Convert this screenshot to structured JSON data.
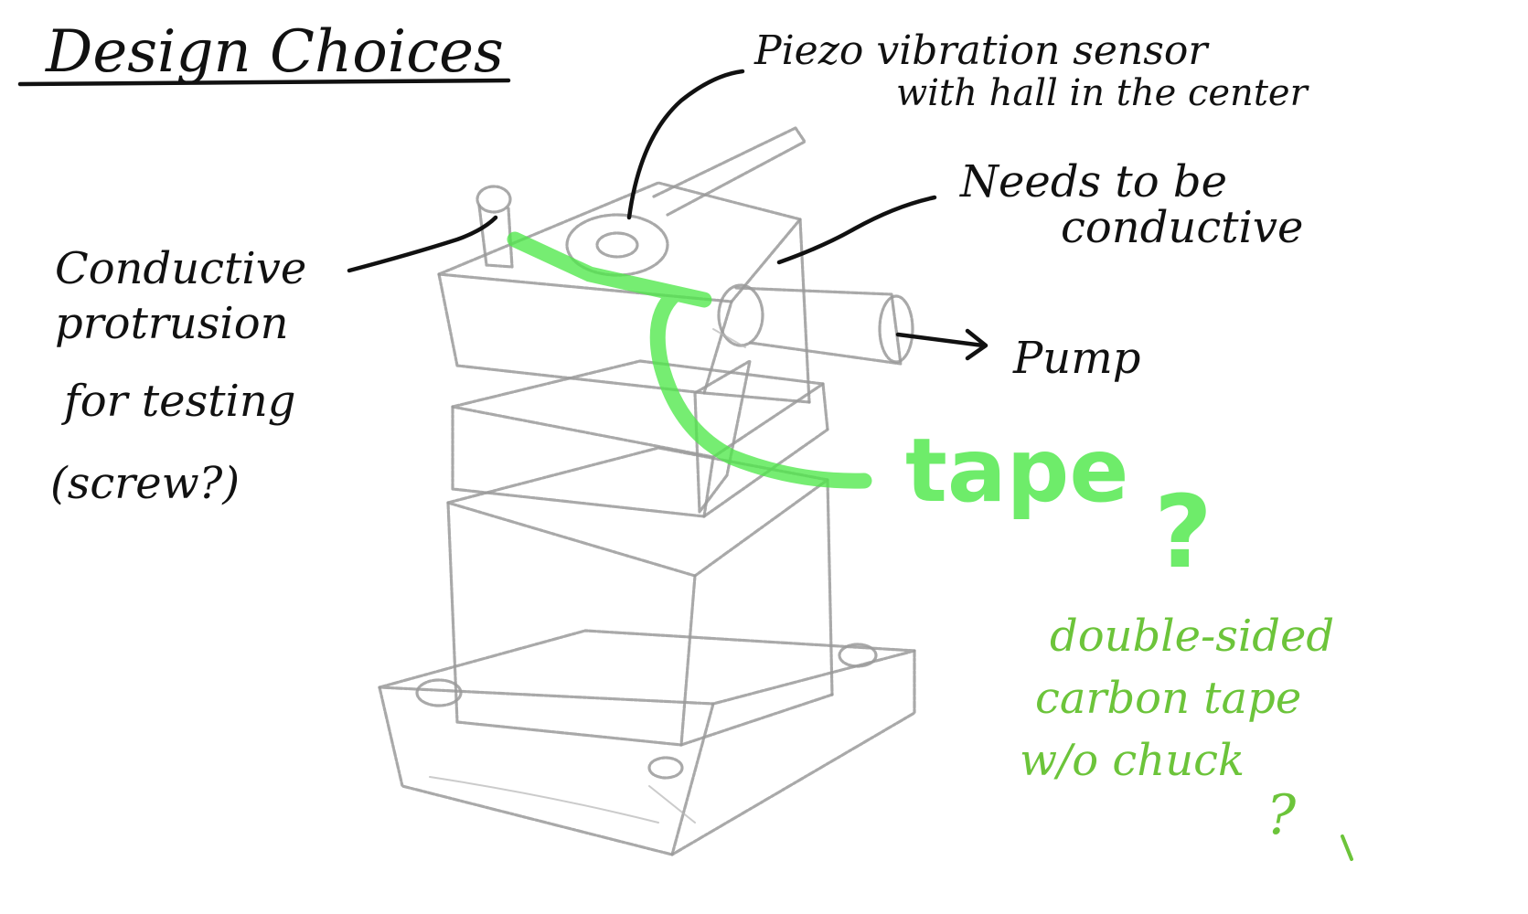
{
  "title": "Design Choices",
  "labels": {
    "piezo_line1": "Piezo vibration sensor",
    "piezo_line2": "with hall in the center",
    "conductive_line1": "Needs to be",
    "conductive_line2": "conductive",
    "protrusion_line1": "Conductive",
    "protrusion_line2": "protrusion",
    "protrusion_line3": "for testing",
    "protrusion_line4": "(screw?)",
    "pump": "Pump"
  },
  "tape_note": {
    "word": "tape",
    "question": "?",
    "alt_line1": "double-sided",
    "alt_line2": "carbon tape",
    "alt_line3": "w/o chuck",
    "alt_question": "?"
  },
  "colors": {
    "ink": "#111111",
    "sketch": "#9a9a9a",
    "highlighter": "#4fe84a",
    "note_green": "#6cc43a"
  }
}
